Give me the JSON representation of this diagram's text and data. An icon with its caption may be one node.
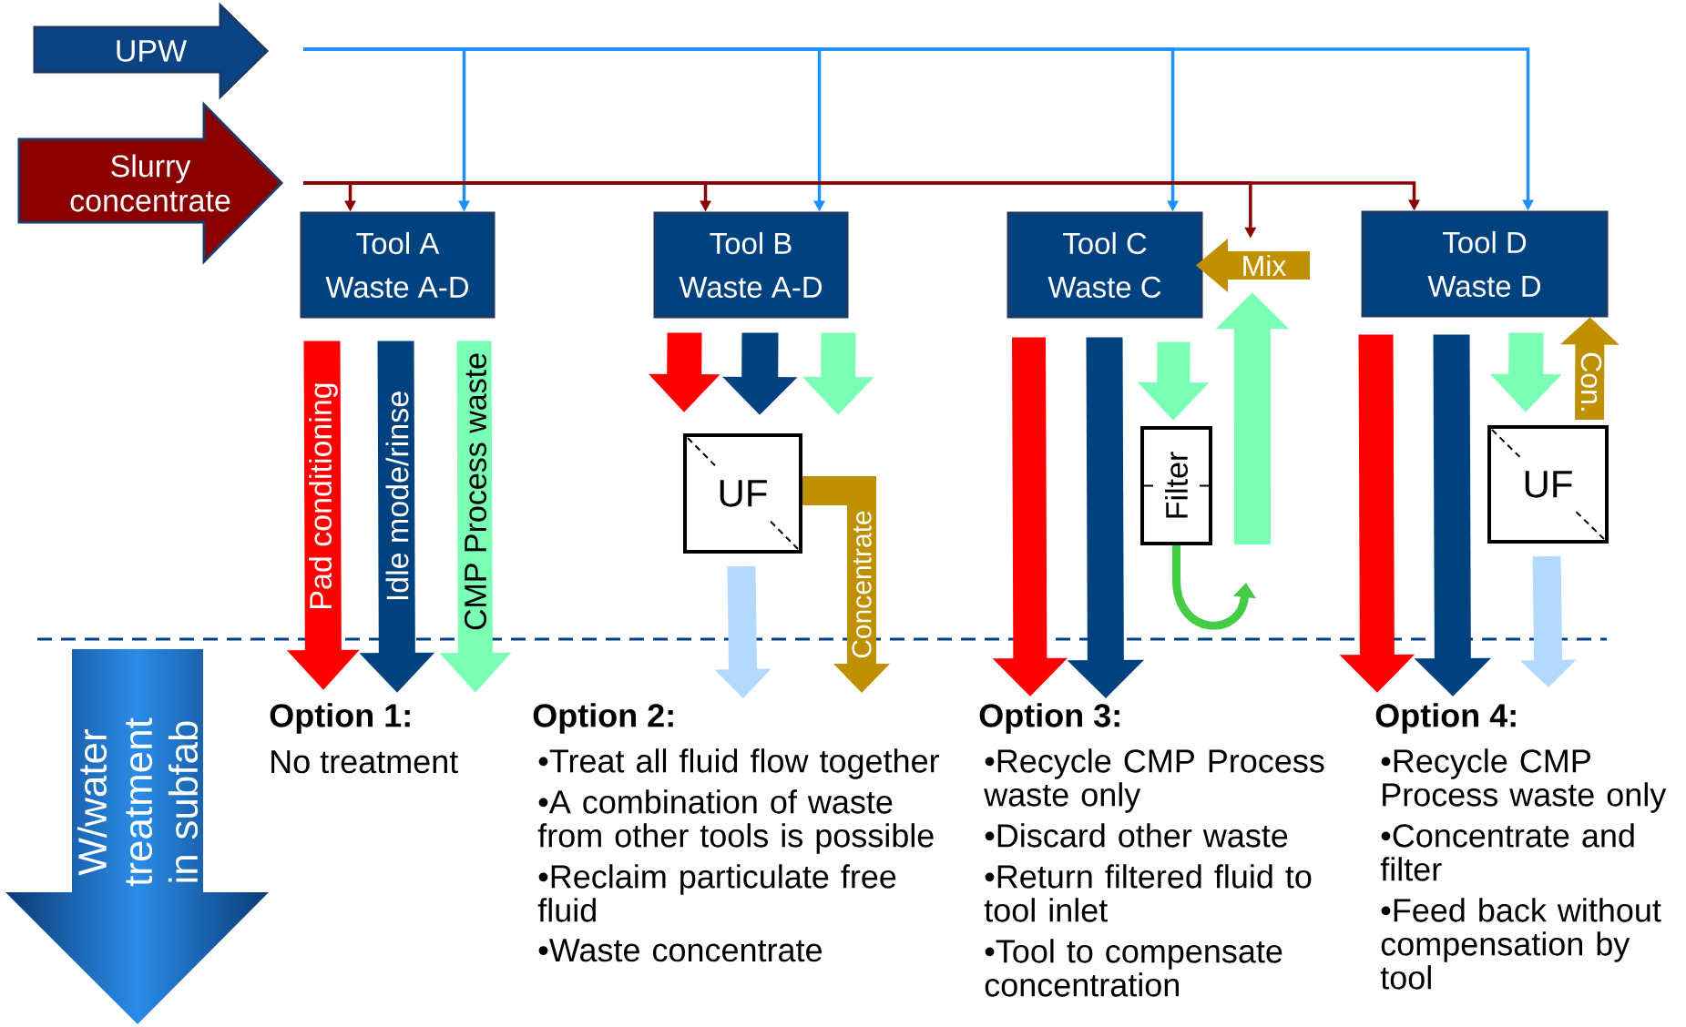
{
  "diagram": {
    "nodes": [
      {
        "text": [
          "UPW"
        ]
      },
      {
        "text": [
          "Slurry concentrate"
        ]
      },
      {
        "text": [
          "Tool A",
          "Waste A-D"
        ]
      },
      {
        "text": [
          "Tool B",
          "Waste A-D"
        ]
      },
      {
        "text": [
          "Tool C",
          "Waste C"
        ]
      },
      {
        "text": [
          "Mix"
        ]
      },
      {
        "text": [
          "Tool D",
          "Waste D"
        ]
      },
      {
        "text": [
          "UF"
        ]
      },
      {
        "text": [
          "Filter"
        ]
      },
      {
        "text": [
          "UF"
        ]
      },
      {
        "text": [
          "W/water treatment in subfab"
        ]
      }
    ],
    "edges": [
      {
        "from": 0,
        "to": 2,
        "arrow": "to",
        "color": "#1e90ff"
      },
      {
        "from": 0,
        "to": 3,
        "arrow": "to",
        "color": "#1e90ff"
      },
      {
        "from": 0,
        "to": 4,
        "arrow": "to",
        "color": "#1e90ff"
      },
      {
        "from": 0,
        "to": 6,
        "arrow": "to",
        "color": "#1e90ff"
      },
      {
        "from": 1,
        "to": 2,
        "arrow": "to",
        "color": "#8b0000"
      },
      {
        "from": 1,
        "to": 3,
        "arrow": "to",
        "color": "#8b0000"
      },
      {
        "from": 1,
        "to": 5,
        "arrow": "to",
        "color": "#8b0000"
      },
      {
        "from": 1,
        "to": 6,
        "arrow": "to",
        "color": "#8b0000"
      },
      {
        "from": 2,
        "to": null,
        "arrow": "to",
        "label": "Pad conditioning",
        "color": "#ff0000"
      },
      {
        "from": 2,
        "to": null,
        "arrow": "to",
        "label": "Idle mode/rinse",
        "color": "#00427f"
      },
      {
        "from": 2,
        "to": null,
        "arrow": "to",
        "label": "CMP Process waste",
        "color": "#7affb4"
      },
      {
        "from": 3,
        "to": 7,
        "arrow": "to",
        "color": "#ff0000"
      },
      {
        "from": 3,
        "to": 7,
        "arrow": "to",
        "color": "#00427f"
      },
      {
        "from": 3,
        "to": 7,
        "arrow": "to",
        "color": "#7affb4"
      },
      {
        "from": 7,
        "to": null,
        "arrow": "to",
        "color": "#b3d9ff"
      },
      {
        "from": 7,
        "to": null,
        "arrow": "to",
        "label": "Concentrate",
        "color": "#bf9000"
      },
      {
        "from": 4,
        "to": null,
        "arrow": "to",
        "color": "#ff0000"
      },
      {
        "from": 4,
        "to": null,
        "arrow": "to",
        "color": "#00427f"
      },
      {
        "from": 4,
        "to": 8,
        "arrow": "to",
        "color": "#7affb4"
      },
      {
        "from": 8,
        "to": null,
        "arrow": "to",
        "color": "#44cc44"
      },
      {
        "from": null,
        "to": 5,
        "arrow": "to",
        "color": "#7affb4"
      },
      {
        "from": 6,
        "to": null,
        "arrow": "to",
        "color": "#ff0000"
      },
      {
        "from": 6,
        "to": null,
        "arrow": "to",
        "color": "#00427f"
      },
      {
        "from": 6,
        "to": 9,
        "arrow": "to",
        "color": "#7affb4"
      },
      {
        "from": 9,
        "to": null,
        "arrow": "to",
        "color": "#b3d9ff"
      },
      {
        "from": 9,
        "to": 6,
        "arrow": "to",
        "label": "Con.",
        "color": "#bf9000"
      }
    ],
    "labels": [
      "Option 1:",
      "No treatment",
      "Option 2:",
      "•Treat all fluid flow together",
      "•A combination of waste from other tools is possible",
      "•Reclaim particulate free fluid",
      "•Waste concentrate",
      "Option 3:",
      "•Recycle CMP Process waste only",
      "•Discard other waste",
      "•Return filtered fluid to tool inlet",
      "•Tool to compensate concentration",
      "Option 4:",
      "•Recycle CMP Process waste only",
      "•Concentrate and filter",
      "•Feed back without compensation by tool"
    ]
  }
}
